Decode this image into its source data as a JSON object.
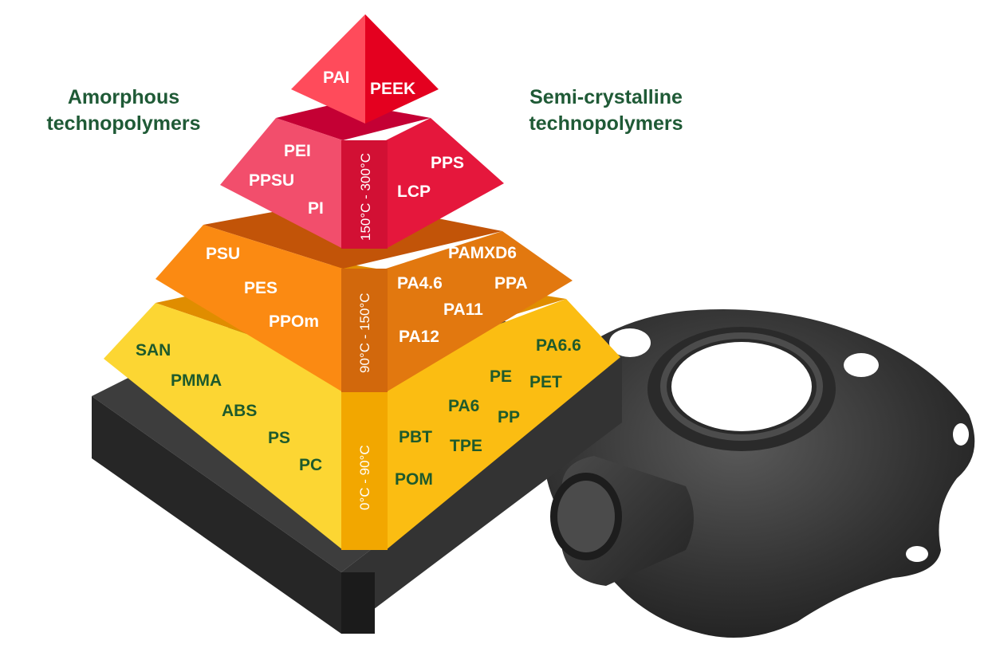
{
  "titles": {
    "left": "Amorphous\ntechnopolymers",
    "right": "Semi-crystalline\ntechnopolymers"
  },
  "tiers": [
    {
      "id": "top",
      "temperature": "",
      "left_materials": [
        "PAI"
      ],
      "right_materials": [
        "PEEK"
      ]
    },
    {
      "id": "high",
      "temperature": "150°C - 300°C",
      "left_materials": [
        "PEI",
        "PPSU",
        "PI"
      ],
      "right_materials": [
        "PPS",
        "LCP"
      ]
    },
    {
      "id": "mid",
      "temperature": "90°C - 150°C",
      "left_materials": [
        "PSU",
        "PES",
        "PPOm"
      ],
      "right_materials": [
        "PAMXD6",
        "PA4.6",
        "PPA",
        "PA11",
        "PA12"
      ]
    },
    {
      "id": "low",
      "temperature": "0°C - 90°C",
      "left_materials": [
        "SAN",
        "PMMA",
        "ABS",
        "PS",
        "PC"
      ],
      "right_materials": [
        "PA6.6",
        "PE",
        "PET",
        "PA6",
        "PP",
        "PBT",
        "TPE",
        "POM"
      ]
    }
  ],
  "colors": {
    "title_green": "#1f5a36",
    "dark_label_green": "#1e5a2c",
    "top_tier": "#e8173a",
    "high_tier": "#f24c6a",
    "mid_tier": "#f28a10",
    "low_tier": "#fcd129",
    "base": "#3a3a3a"
  }
}
